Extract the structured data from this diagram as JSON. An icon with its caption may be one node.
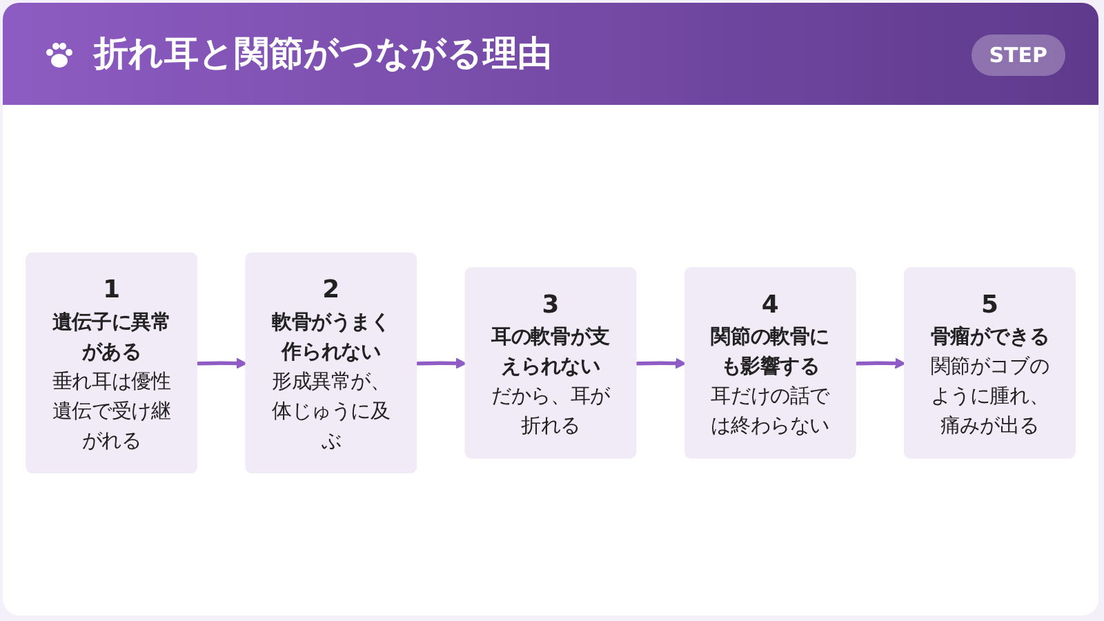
{
  "diagram": {
    "title": "折れ耳と関節がつながる理由",
    "nodes": [
      {
        "text": [
          "1",
          "遺伝子に異常がある",
          "垂れ耳は優性遺伝で受け継がれる"
        ]
      },
      {
        "text": [
          "2",
          "軟骨がうまく作られない",
          "形成異常が、体じゅうに及ぶ"
        ]
      },
      {
        "text": [
          "3",
          "耳の軟骨が支えられない",
          "だから、耳が折れる"
        ]
      },
      {
        "text": [
          "4",
          "関節の軟骨にも影響する",
          "耳だけの話では終わらない"
        ]
      },
      {
        "text": [
          "5",
          "骨瘤ができる",
          "関節がコブのように腫れ、痛みが出る"
        ]
      }
    ],
    "edges": [
      {
        "from": 0,
        "to": 1,
        "arrow": "to"
      },
      {
        "from": 1,
        "to": 2,
        "arrow": "to"
      },
      {
        "from": 2,
        "to": 3,
        "arrow": "to"
      },
      {
        "from": 3,
        "to": 4,
        "arrow": "to"
      }
    ],
    "labels": [
      "STEP"
    ]
  }
}
